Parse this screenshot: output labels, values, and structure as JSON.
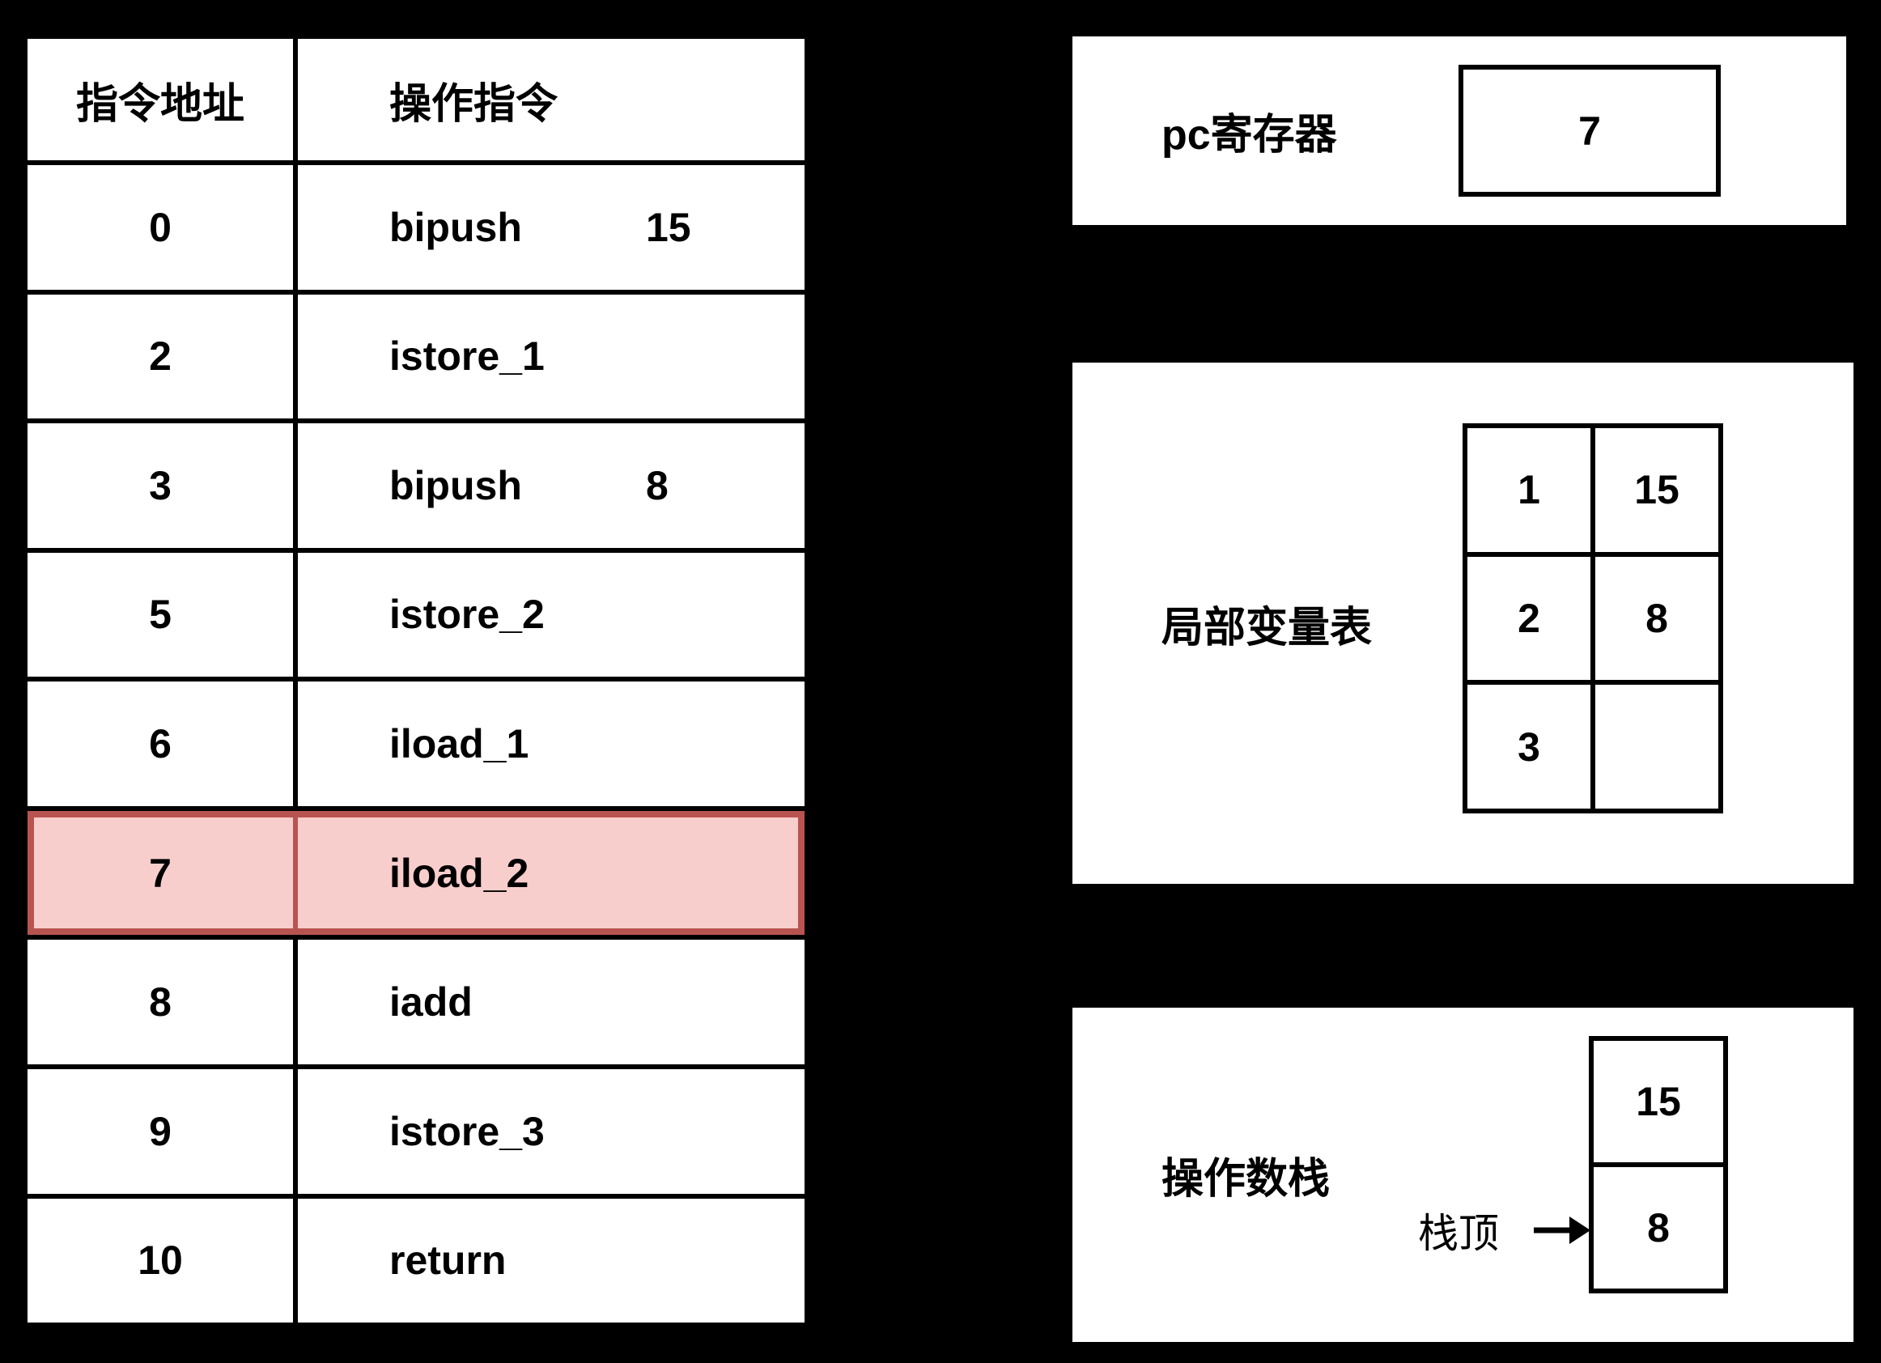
{
  "colors": {
    "background": "#000000",
    "panel_bg": "#ffffff",
    "line": "#000000",
    "highlight_fill": "#f8cecc",
    "highlight_border": "#b85450"
  },
  "instructions_table": {
    "headers": {
      "address": "指令地址",
      "operation": "操作指令"
    },
    "rows": [
      {
        "addr": "0",
        "op": "bipush",
        "operand": "15"
      },
      {
        "addr": "2",
        "op": "istore_1",
        "operand": ""
      },
      {
        "addr": "3",
        "op": "bipush",
        "operand": "8"
      },
      {
        "addr": "5",
        "op": "istore_2",
        "operand": ""
      },
      {
        "addr": "6",
        "op": "iload_1",
        "operand": ""
      },
      {
        "addr": "7",
        "op": "iload_2",
        "operand": ""
      },
      {
        "addr": "8",
        "op": "iadd",
        "operand": ""
      },
      {
        "addr": "9",
        "op": "istore_3",
        "operand": ""
      },
      {
        "addr": "10",
        "op": "return",
        "operand": ""
      }
    ],
    "highlighted_addr": "7"
  },
  "pc_register": {
    "label": "pc寄存器",
    "value": "7"
  },
  "local_variable_table": {
    "label": "局部变量表",
    "rows": [
      {
        "index": "1",
        "value": "15"
      },
      {
        "index": "2",
        "value": "8"
      },
      {
        "index": "3",
        "value": ""
      }
    ]
  },
  "operand_stack": {
    "label": "操作数栈",
    "top_label": "栈顶",
    "cells": [
      "15",
      "8"
    ]
  }
}
